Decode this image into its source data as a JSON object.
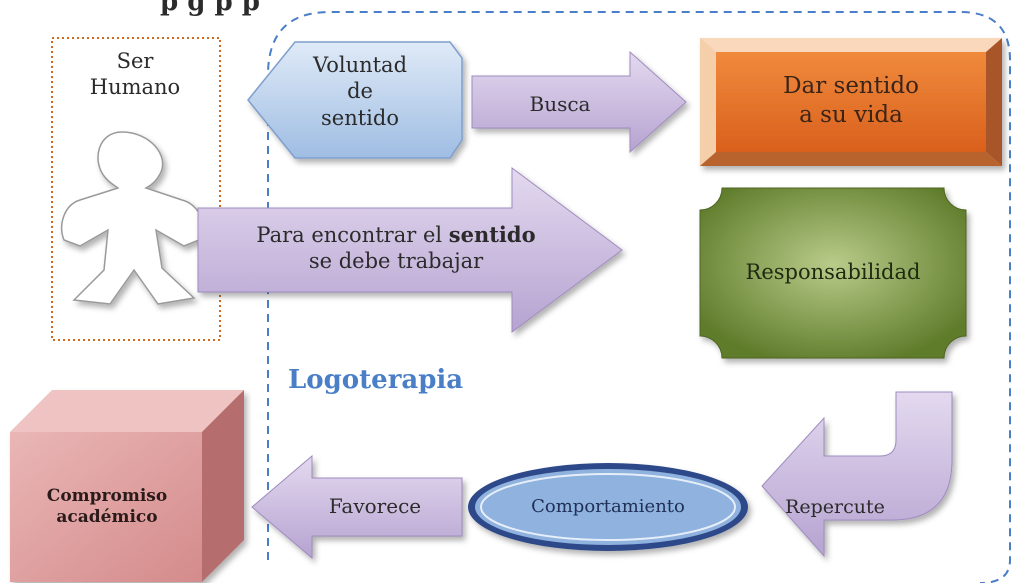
{
  "title_partial": "p                              g   p         p",
  "human": {
    "line1": "Ser",
    "line2": "Humano"
  },
  "voluntad": {
    "line1": "Voluntad",
    "line2": "de",
    "line3": "sentido"
  },
  "busca": "Busca",
  "dar_sentido": {
    "line1": "Dar sentido",
    "line2": "a su vida"
  },
  "para_encontrar": {
    "pre": "Para encontrar el ",
    "bold": "sentido",
    "line2": "se debe trabajar"
  },
  "responsabilidad": "Responsabilidad",
  "logoterapia": "Logoterapia",
  "repercute": "Repercute",
  "comportamiento": "Comportamiento",
  "favorece": "Favorece",
  "compromiso": {
    "line1": "Compromiso",
    "line2": "académico"
  },
  "colors": {
    "dashed_border": "#4a7fc8",
    "dotted_border": "#d2691e",
    "arrow_fill": "#cbbde0",
    "orange": "#e8742c",
    "green": "#6e8a38",
    "ellipse": "#8fb2df",
    "ellipse_ring": "#2f4a8a",
    "cube": "#d99090",
    "logoterapia": "#4a7fc8"
  }
}
